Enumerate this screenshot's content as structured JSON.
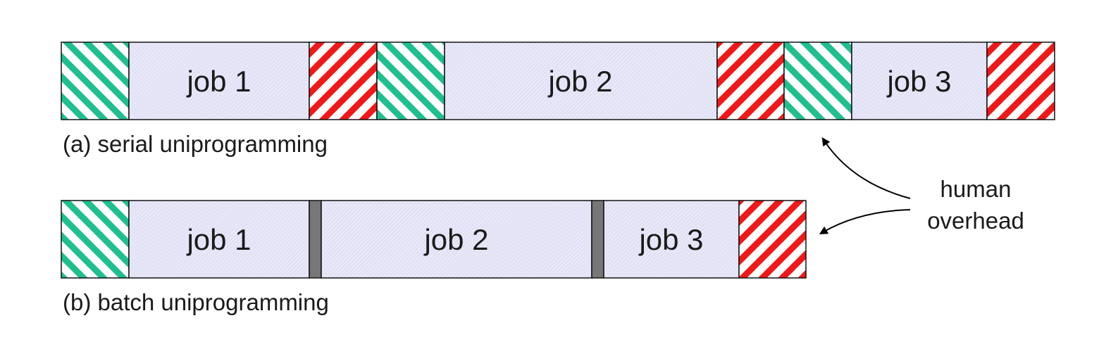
{
  "diagram": {
    "colors": {
      "job_fill": "#e6e6f8",
      "setup_stripe": "#1fbf8f",
      "teardown_stripe": "#f01818",
      "separator": "#777777",
      "outline": "#111111"
    },
    "rows": [
      {
        "caption": "(a) serial uniprogramming",
        "segments": [
          {
            "kind": "setup"
          },
          {
            "kind": "job",
            "label": "job 1"
          },
          {
            "kind": "teardown"
          },
          {
            "kind": "setup"
          },
          {
            "kind": "job",
            "label": "job 2"
          },
          {
            "kind": "teardown"
          },
          {
            "kind": "setup"
          },
          {
            "kind": "job",
            "label": "job 3"
          },
          {
            "kind": "teardown"
          }
        ]
      },
      {
        "caption": "(b) batch uniprogramming",
        "segments": [
          {
            "kind": "setup"
          },
          {
            "kind": "job",
            "label": "job 1"
          },
          {
            "kind": "separator"
          },
          {
            "kind": "job",
            "label": "job 2"
          },
          {
            "kind": "separator"
          },
          {
            "kind": "job",
            "label": "job 3"
          },
          {
            "kind": "teardown"
          }
        ]
      }
    ],
    "annotation": {
      "line1": "human",
      "line2": "overhead"
    }
  }
}
